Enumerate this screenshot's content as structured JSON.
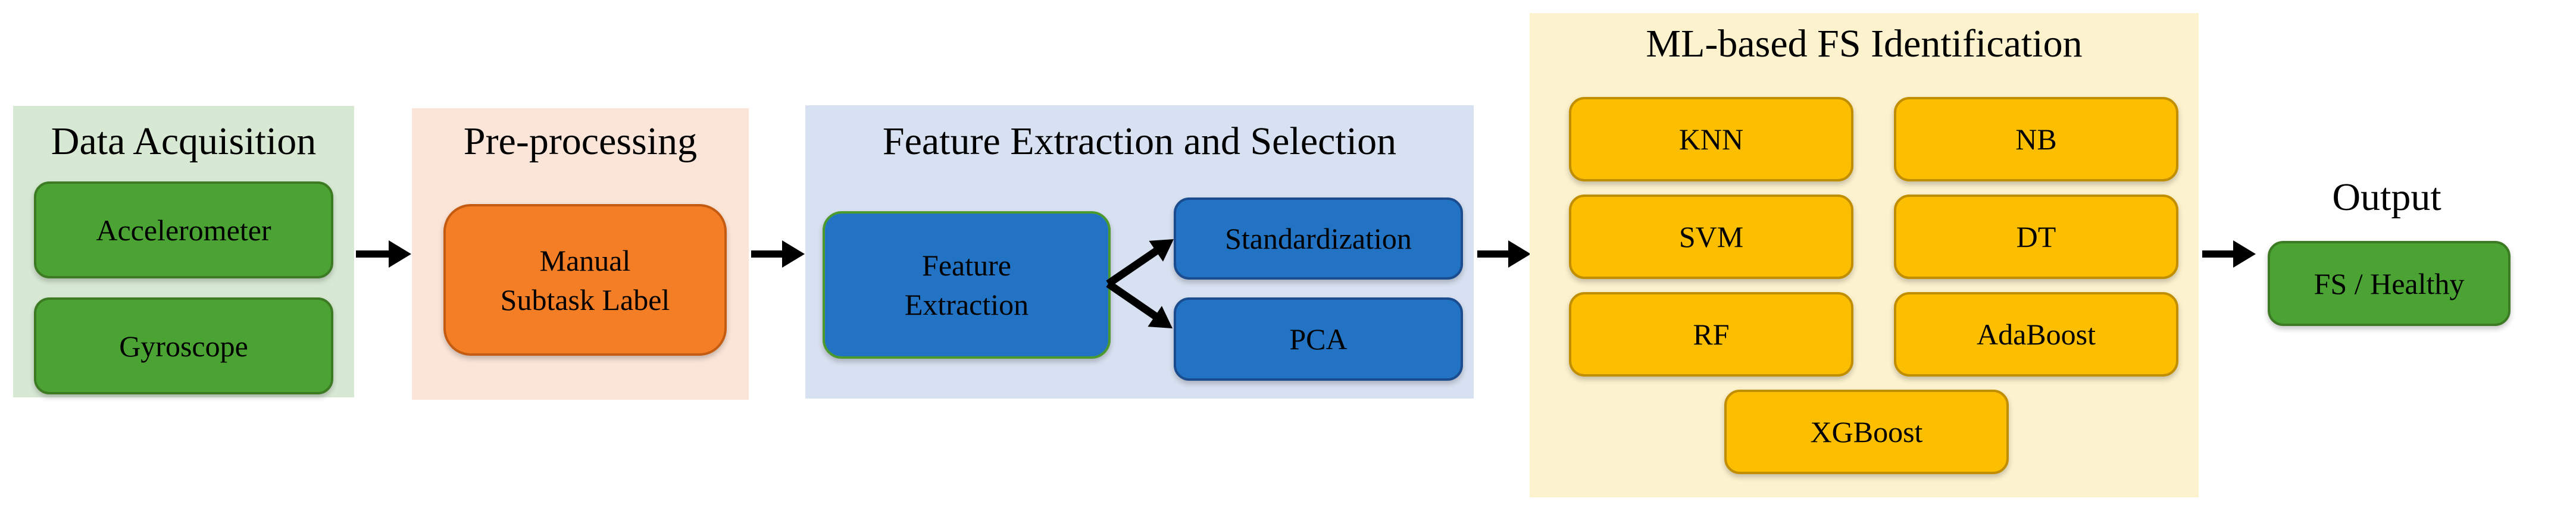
{
  "figure": {
    "type": "flow-diagram",
    "description": "Machine-learning pipeline for FS identification from wearable sensor data"
  },
  "colors": {
    "panel_green": "#D7E9D3",
    "panel_peach": "#FBE5D8",
    "panel_blue": "#D8E1F1",
    "panel_cream": "#FCF2CE",
    "box_green": "#4AA333",
    "box_green_border": "#3C7B24",
    "box_orange": "#F37E26",
    "box_orange_border": "#C55A11",
    "box_blue": "#2273C3",
    "box_blue_border": "#1B4C8F",
    "box_fe_border": "#4C9A2E",
    "box_gold": "#FCBE00",
    "box_gold_border": "#C18E00",
    "arrow_black": "#000000",
    "text": "#000000"
  },
  "sections": [
    {
      "id": "data-acquisition",
      "title": "Data Acquisition",
      "boxes": [
        {
          "label": "Accelerometer"
        },
        {
          "label": "Gyroscope"
        }
      ]
    },
    {
      "id": "pre-processing",
      "title": "Pre-processing",
      "boxes": [
        {
          "lines": [
            "Manual",
            "Subtask Label"
          ]
        }
      ]
    },
    {
      "id": "feature-extraction-and-selection",
      "title": "Feature Extraction and Selection",
      "boxes": [
        {
          "lines": [
            "Feature",
            "Extraction"
          ]
        },
        {
          "label": "Standardization"
        },
        {
          "label": "PCA"
        }
      ]
    },
    {
      "id": "ml-based-fs-identification",
      "title": "ML-based FS Identification",
      "boxes": [
        {
          "label": "KNN"
        },
        {
          "label": "NB"
        },
        {
          "label": "SVM"
        },
        {
          "label": "DT"
        },
        {
          "label": "RF"
        },
        {
          "label": "AdaBoost"
        },
        {
          "label": "XGBoost"
        }
      ]
    },
    {
      "id": "output",
      "title": "Output",
      "boxes": [
        {
          "label": "FS / Healthy"
        }
      ]
    }
  ],
  "connections": [
    {
      "from": "Data Acquisition",
      "to": "Pre-processing"
    },
    {
      "from": "Pre-processing",
      "to": "Feature Extraction and Selection"
    },
    {
      "from": "Feature Extraction",
      "to": "Standardization"
    },
    {
      "from": "Feature Extraction",
      "to": "PCA"
    },
    {
      "from": "Feature Extraction and Selection",
      "to": "ML-based FS Identification"
    },
    {
      "from": "ML-based FS Identification",
      "to": "Output"
    }
  ]
}
